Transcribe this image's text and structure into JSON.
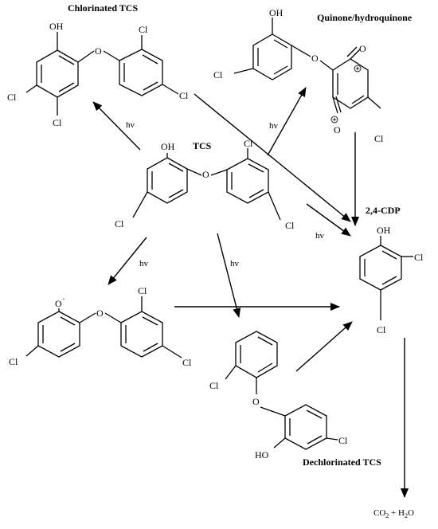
{
  "titles": {
    "chlorinated_tcs": "Chlorinated TCS",
    "quinone": "Quinone/hydroquinone",
    "tcs": "TCS",
    "cdp": "2,4-CDP",
    "dechlorinated_tcs": "Dechlorinated TCS"
  },
  "reaction_label": "hv",
  "atoms": {
    "oh": "OH",
    "ho": "HO",
    "o": "O",
    "o_radical": "O",
    "radical_dot": "·",
    "cl": "Cl"
  },
  "product": {
    "co2": "CO",
    "co2_sub": "2",
    "plus": " + H",
    "h2o_sub": "2",
    "h2o_end": "O"
  }
}
